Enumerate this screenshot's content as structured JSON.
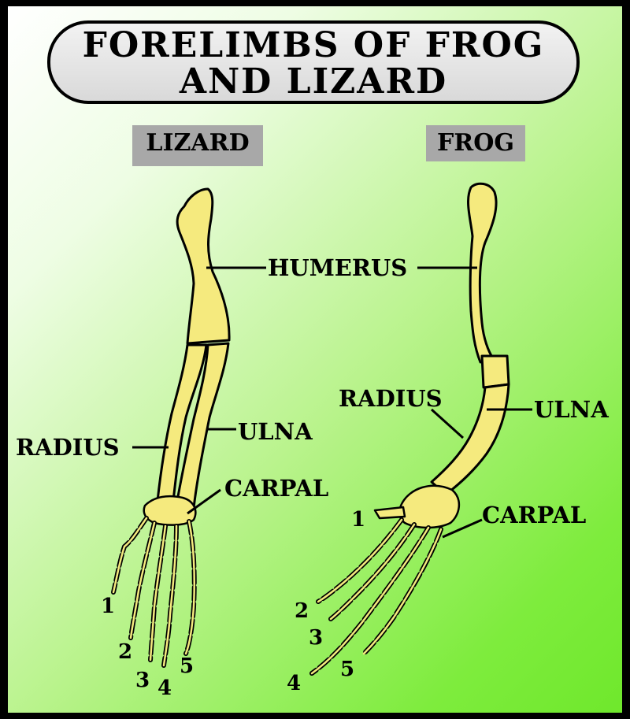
{
  "title": {
    "line1": "FORELIMBS OF FROG",
    "line2": "AND LIZARD"
  },
  "lizard": {
    "tag": "LIZARD",
    "labels": {
      "humerus": "HUMERUS",
      "radius": "RADIUS",
      "ulna": "ULNA",
      "carpal": "CARPAL"
    },
    "digits": [
      "1",
      "2",
      "3",
      "4",
      "5"
    ]
  },
  "frog": {
    "tag": "FROG",
    "labels": {
      "radius": "RADIUS",
      "ulna": "ULNA",
      "carpal": "CARPAL"
    },
    "digits": [
      "1",
      "2",
      "3",
      "4",
      "5"
    ]
  },
  "colors": {
    "bone": "#f5ea7e",
    "outline": "#000000",
    "tag_bg": "#a8a8a8",
    "background_start": "#ffffff",
    "background_end": "#6fe82c"
  }
}
